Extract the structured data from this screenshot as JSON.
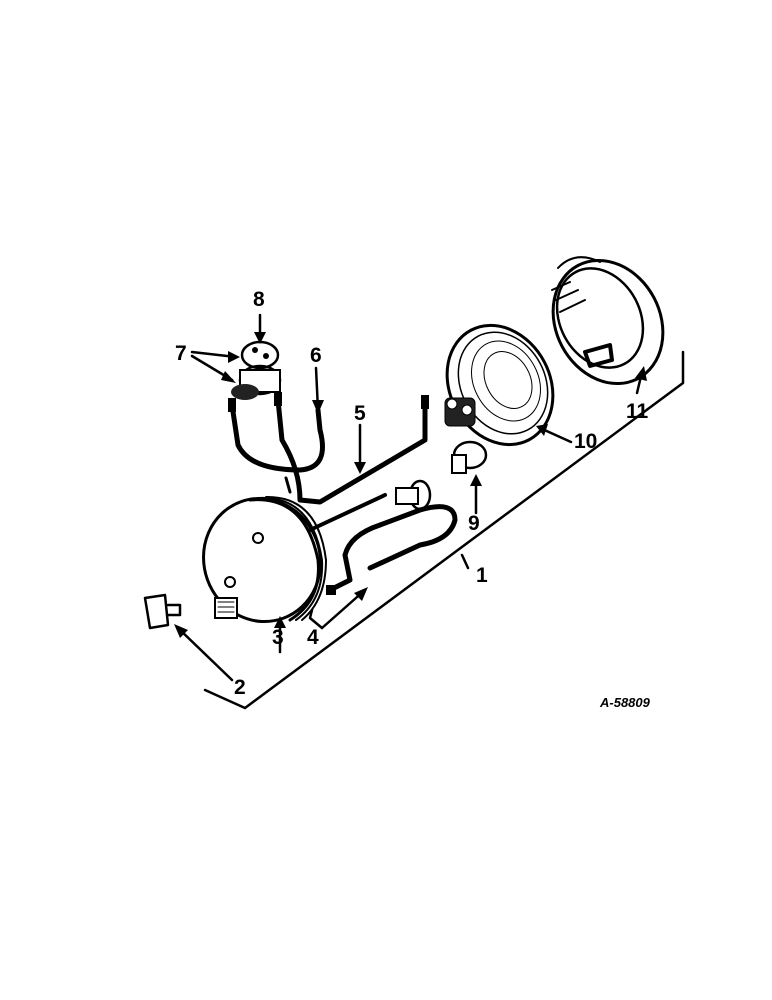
{
  "diagram": {
    "reference_number": "A-58809",
    "callouts": [
      "1",
      "2",
      "3",
      "4",
      "5",
      "6",
      "7",
      "8",
      "9",
      "10",
      "11"
    ]
  }
}
